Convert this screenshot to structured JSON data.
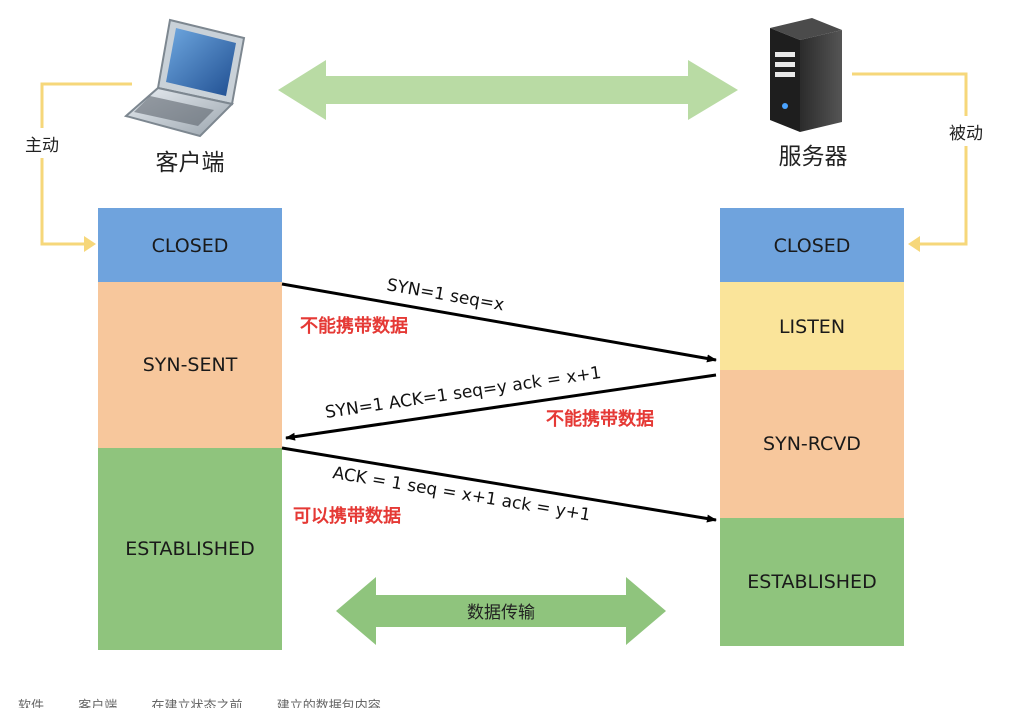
{
  "client": {
    "title": "客户端",
    "mode": "主动",
    "states": [
      {
        "label": "CLOSED",
        "color": "#6fa3dd"
      },
      {
        "label": "SYN-SENT",
        "color": "#f7c79c"
      },
      {
        "label": "ESTABLISHED",
        "color": "#8fc47d"
      }
    ]
  },
  "server": {
    "title": "服务器",
    "mode": "被动",
    "states": [
      {
        "label": "CLOSED",
        "color": "#6fa3dd"
      },
      {
        "label": "LISTEN",
        "color": "#fae49a"
      },
      {
        "label": "SYN-RCVD",
        "color": "#f7c79c"
      },
      {
        "label": "ESTABLISHED",
        "color": "#8fc47d"
      }
    ]
  },
  "messages": [
    {
      "text": "SYN=1  seq=x",
      "note": "不能携带数据",
      "direction": "client-to-server"
    },
    {
      "text": "SYN=1 ACK=1 seq=y ack = x+1",
      "note": "不能携带数据",
      "direction": "server-to-client"
    },
    {
      "text": "ACK = 1 seq = x+1 ack = y+1",
      "note": "可以携带数据",
      "direction": "client-to-server"
    }
  ],
  "data_transfer_label": "数据传输",
  "colors": {
    "note_red": "#e53935",
    "link_arrow": "#b9dba4",
    "mode_arrow": "#f6d77a",
    "message_line": "#000000"
  },
  "icons": {
    "client": "laptop-icon",
    "server": "server-icon"
  },
  "footer_fragment": "软件 …… 客户端 …… 在建立状态之前 …… 建立的数据包内容"
}
